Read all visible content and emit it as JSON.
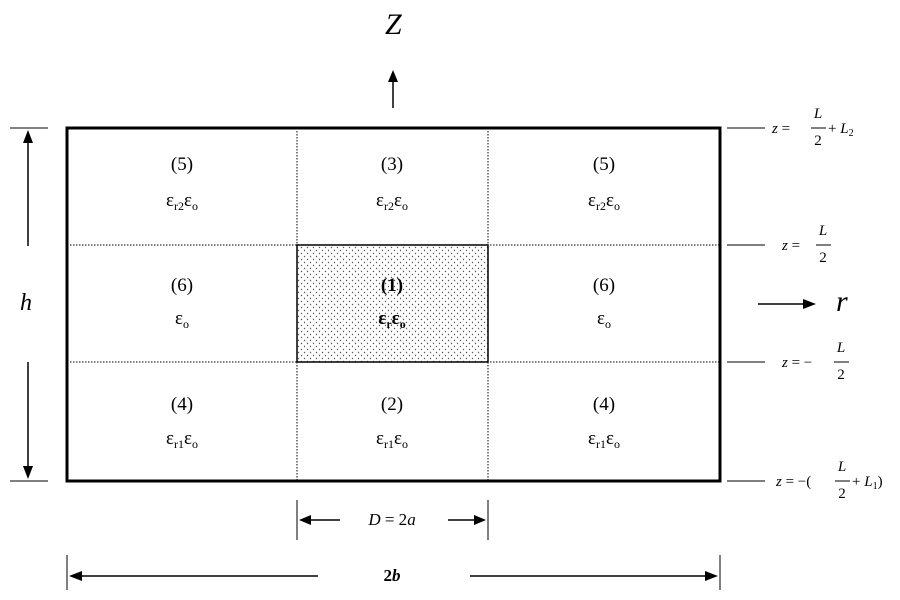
{
  "axes": {
    "z_label": "Z",
    "r_label": "r"
  },
  "dimensions": {
    "height_label": "h",
    "width_label_num": "2",
    "width_label_var": "b",
    "inner_width_var": "D",
    "inner_width_eq": " = 2",
    "inner_width_a": "a"
  },
  "regions": {
    "r5_left": {
      "num": "(5)",
      "eps": "ε",
      "sub": "r2",
      "eps2": "ε",
      "sub2": "o"
    },
    "r3": {
      "num": "(3)",
      "eps": "ε",
      "sub": "r2",
      "eps2": "ε",
      "sub2": "o"
    },
    "r5_right": {
      "num": "(5)",
      "eps": "ε",
      "sub": "r2",
      "eps2": "ε",
      "sub2": "o"
    },
    "r6_left": {
      "num": "(6)",
      "eps": "ε",
      "sub": "o"
    },
    "r1": {
      "num": "(1)",
      "eps": "ε",
      "sub": "r",
      "eps2": "ε",
      "sub2": "o"
    },
    "r6_right": {
      "num": "(6)",
      "eps": "ε",
      "sub": "o"
    },
    "r4_left": {
      "num": "(4)",
      "eps": "ε",
      "sub": "r1",
      "eps2": "ε",
      "sub2": "o"
    },
    "r2": {
      "num": "(2)",
      "eps": "ε",
      "sub": "r1",
      "eps2": "ε",
      "sub2": "o"
    },
    "r4_right": {
      "num": "(4)",
      "eps": "ε",
      "sub": "r1",
      "eps2": "ε",
      "sub2": "o"
    }
  },
  "boundaries": {
    "top": {
      "lhs": "z",
      "eq": " = ",
      "num": "L",
      "den": "2",
      "tail": " + ",
      "tail_var": "L",
      "tail_sub": "2"
    },
    "upper": {
      "lhs": "z",
      "eq": " = ",
      "num": "L",
      "den": "2"
    },
    "lower": {
      "lhs": "z",
      "eq": " = −",
      "num": "L",
      "den": "2"
    },
    "bottom": {
      "lhs": "z",
      "eq": " = −(",
      "num": "L",
      "den": "2",
      "tail": " + ",
      "tail_var": "L",
      "tail_sub": "1",
      "close": ")"
    }
  }
}
